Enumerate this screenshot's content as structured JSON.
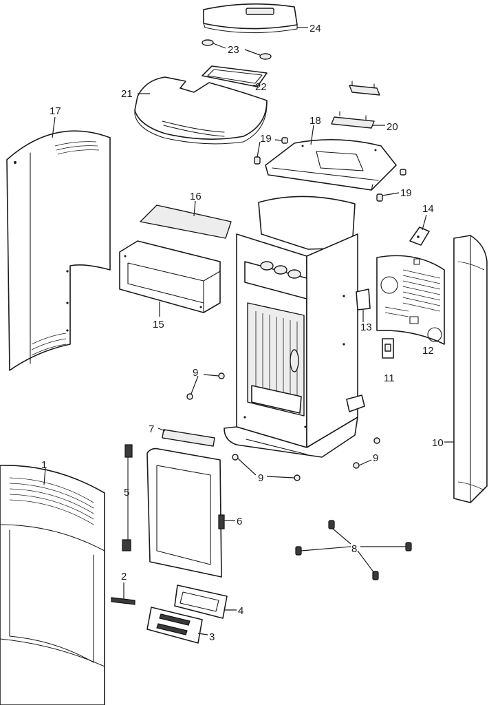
{
  "callouts": [
    {
      "id": "c24",
      "text": "24"
    },
    {
      "id": "c23",
      "text": "23"
    },
    {
      "id": "c22",
      "text": "22"
    },
    {
      "id": "c21",
      "text": "21"
    },
    {
      "id": "c20",
      "text": "20"
    },
    {
      "id": "c19a",
      "text": "19"
    },
    {
      "id": "c19b",
      "text": "19"
    },
    {
      "id": "c18",
      "text": "18"
    },
    {
      "id": "c17",
      "text": "17"
    },
    {
      "id": "c16",
      "text": "16"
    },
    {
      "id": "c15",
      "text": "15"
    },
    {
      "id": "c14",
      "text": "14"
    },
    {
      "id": "c13",
      "text": "13"
    },
    {
      "id": "c12",
      "text": "12"
    },
    {
      "id": "c11",
      "text": "11"
    },
    {
      "id": "c10",
      "text": "10"
    },
    {
      "id": "c9a",
      "text": "9"
    },
    {
      "id": "c9b",
      "text": "9"
    },
    {
      "id": "c9c",
      "text": "9"
    },
    {
      "id": "c8",
      "text": "8"
    },
    {
      "id": "c7",
      "text": "7"
    },
    {
      "id": "c6",
      "text": "6"
    },
    {
      "id": "c5",
      "text": "5"
    },
    {
      "id": "c4",
      "text": "4"
    },
    {
      "id": "c3",
      "text": "3"
    },
    {
      "id": "c2",
      "text": "2"
    },
    {
      "id": "c1",
      "text": "1"
    }
  ]
}
